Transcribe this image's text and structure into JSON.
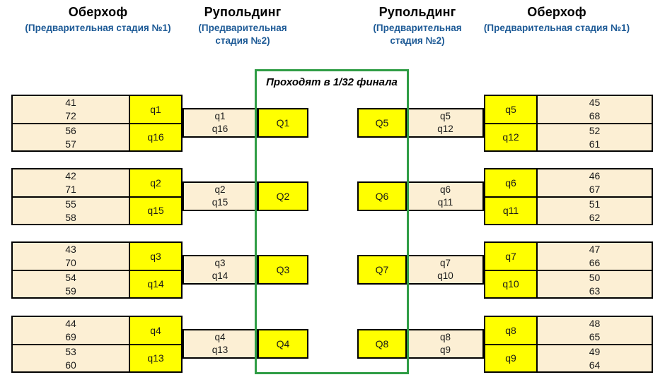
{
  "colors": {
    "yellow": "#ffff00",
    "cream": "#fcefd4",
    "green": "#2f9d45",
    "blue": "#1d5a96",
    "border": "#000000"
  },
  "headers": [
    {
      "title": "Оберхоф",
      "subtitle": "(Предварительная стадия №1)"
    },
    {
      "title": "Рупольдинг",
      "subtitle": "(Предварительная стадия №2)"
    },
    {
      "title": "Рупольдинг",
      "subtitle": "(Предварительная стадия №2)"
    },
    {
      "title": "Оберхоф",
      "subtitle": "(Предварительная стадия №1)"
    }
  ],
  "qualify": {
    "title": "Проходят в 1/32 финала"
  },
  "left": {
    "rows": [
      {
        "p1": {
          "n1": "41",
          "n2": "72",
          "q": "q1"
        },
        "p2": {
          "n1": "56",
          "n2": "57",
          "q": "q16"
        },
        "c1": "q1",
        "c2": "q16",
        "result": "Q1"
      },
      {
        "p1": {
          "n1": "42",
          "n2": "71",
          "q": "q2"
        },
        "p2": {
          "n1": "55",
          "n2": "58",
          "q": "q15"
        },
        "c1": "q2",
        "c2": "q15",
        "result": "Q2"
      },
      {
        "p1": {
          "n1": "43",
          "n2": "70",
          "q": "q3"
        },
        "p2": {
          "n1": "54",
          "n2": "59",
          "q": "q14"
        },
        "c1": "q3",
        "c2": "q14",
        "result": "Q3"
      },
      {
        "p1": {
          "n1": "44",
          "n2": "69",
          "q": "q4"
        },
        "p2": {
          "n1": "53",
          "n2": "60",
          "q": "q13"
        },
        "c1": "q4",
        "c2": "q13",
        "result": "Q4"
      }
    ]
  },
  "right": {
    "rows": [
      {
        "result": "Q5",
        "c1": "q5",
        "c2": "q12",
        "p1": {
          "q": "q5",
          "n1": "45",
          "n2": "68"
        },
        "p2": {
          "q": "q12",
          "n1": "52",
          "n2": "61"
        }
      },
      {
        "result": "Q6",
        "c1": "q6",
        "c2": "q11",
        "p1": {
          "q": "q6",
          "n1": "46",
          "n2": "67"
        },
        "p2": {
          "q": "q11",
          "n1": "51",
          "n2": "62"
        }
      },
      {
        "result": "Q7",
        "c1": "q7",
        "c2": "q10",
        "p1": {
          "q": "q7",
          "n1": "47",
          "n2": "66"
        },
        "p2": {
          "q": "q10",
          "n1": "50",
          "n2": "63"
        }
      },
      {
        "result": "Q8",
        "c1": "q8",
        "c2": "q9",
        "p1": {
          "q": "q8",
          "n1": "48",
          "n2": "65"
        },
        "p2": {
          "q": "q9",
          "n1": "49",
          "n2": "64"
        }
      }
    ]
  }
}
